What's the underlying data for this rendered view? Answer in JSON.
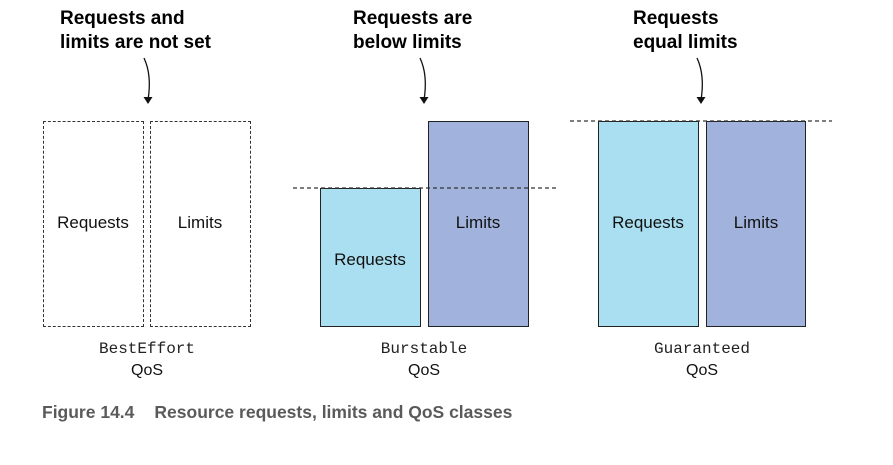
{
  "groups": [
    {
      "callout_line1": "Requests and",
      "callout_line2": "limits are not set",
      "requests_label": "Requests",
      "limits_label": "Limits",
      "qos_class": "BestEffort",
      "qos_suffix": "QoS"
    },
    {
      "callout_line1": "Requests are",
      "callout_line2": "below limits",
      "requests_label": "Requests",
      "limits_label": "Limits",
      "qos_class": "Burstable",
      "qos_suffix": "QoS"
    },
    {
      "callout_line1": "Requests",
      "callout_line2": "equal limits",
      "requests_label": "Requests",
      "limits_label": "Limits",
      "qos_class": "Guaranteed",
      "qos_suffix": "QoS"
    }
  ],
  "caption": {
    "number": "Figure 14.4",
    "text": "Resource requests, limits and QoS classes"
  },
  "colors": {
    "requests_fill": "#a9dff0",
    "limits_fill": "#a1b3dc",
    "caption_text": "#5a5a5a"
  }
}
